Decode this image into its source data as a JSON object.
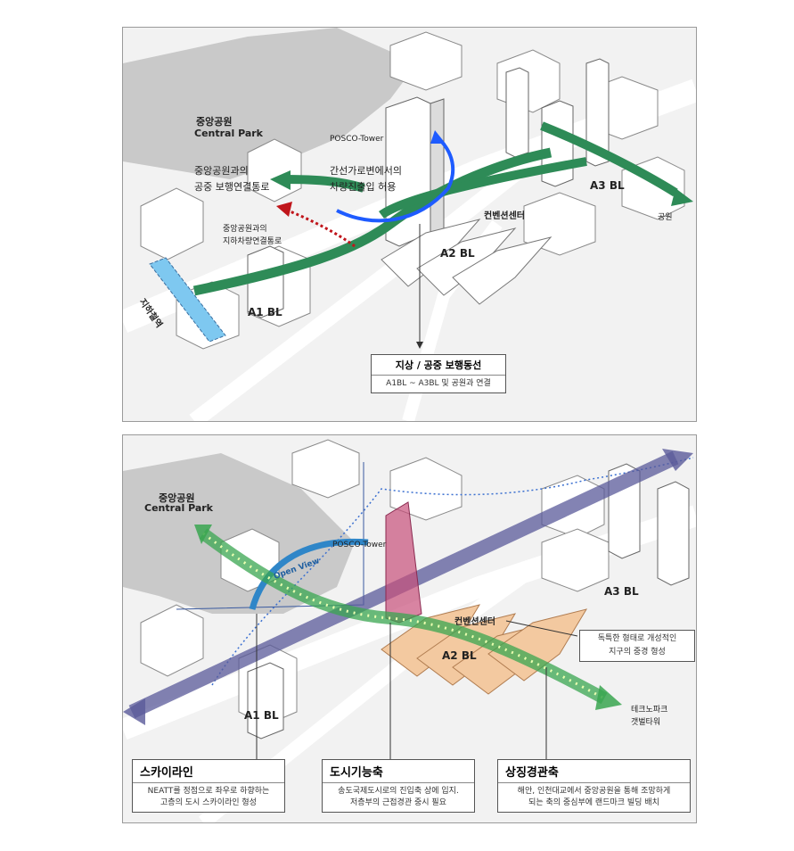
{
  "top": {
    "central_park_ko": "중앙공원",
    "central_park_en": "Central Park",
    "posco": "POSCO-Tower",
    "ped_link_1": "중앙공원과의",
    "ped_link_2": "공중 보행연결통로",
    "road_1": "간선가로변에서의",
    "road_2": "차량진출입 허용",
    "under_1": "중앙공원과의",
    "under_2": "지하차량연결통로",
    "convention": "컨벤션센터",
    "a1": "A1 BL",
    "a2": "A2 BL",
    "a3": "A3 BL",
    "park": "공원",
    "subway": "지하철역",
    "box_title": "지상 / 공중 보행동선",
    "box_sub": "A1BL ~ A3BL 및 공원과 연결"
  },
  "bottom": {
    "central_park_ko": "중앙공원",
    "central_park_en": "Central Park",
    "posco": "POSCO-Tower",
    "open_view": "Open View",
    "convention": "컨벤션센터",
    "a1": "A1 BL",
    "a2": "A2 BL",
    "a3": "A3 BL",
    "callout_1": "독특한 형태로 개성적인",
    "callout_2": "지구의 중경 형성",
    "techno_1": "테크노파크",
    "techno_2": "갯벌타워",
    "boxes": [
      {
        "title": "스카이라인",
        "sub1": "NEATT를 정점으로 좌우로 하향하는",
        "sub2": "고층의 도시 스카이라인 형성"
      },
      {
        "title": "도시기능축",
        "sub1": "송도국제도시로의 진입축 상에 입지.",
        "sub2": "저층부의 근접경관 중시 필요"
      },
      {
        "title": "상징경관축",
        "sub1": "해안, 인천대교에서 중앙공원을 통해 조망하게",
        "sub2": "되는 축의 중심부에 랜드마크 빌딩 배치"
      }
    ]
  },
  "colors": {
    "green_arrow": "#2e8b57",
    "blue_arrow": "#1e5bff",
    "red_dashed": "#c0151b",
    "subway_blue": "#7ec8f0",
    "axis_purple": "#5a5a9a",
    "tower_pink": "#c8507a",
    "convention_peach": "#f3c9a0"
  }
}
